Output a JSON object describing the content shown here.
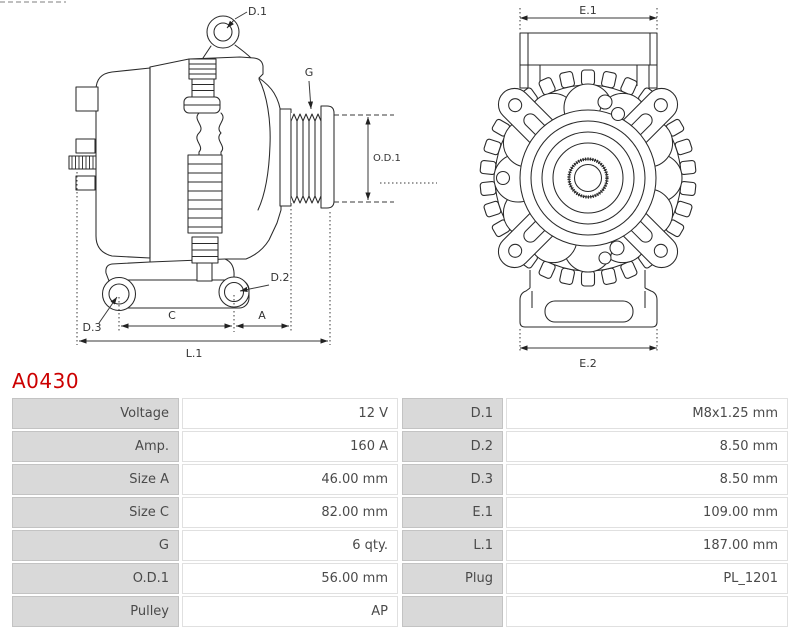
{
  "part_number": "A0430",
  "accent_color": "#cc0000",
  "drawing_line_color": "#2a2a2a",
  "diagram": {
    "side_view_labels": {
      "d1": "D.1",
      "d2": "D.2",
      "d3": "D.3",
      "g": "G",
      "od1": "O.D.1",
      "c": "C",
      "a": "A",
      "l1": "L.1"
    },
    "front_view_labels": {
      "e1": "E.1",
      "e2": "E.2"
    }
  },
  "specs_left": [
    {
      "label": "Voltage",
      "value": "12 V"
    },
    {
      "label": "Amp.",
      "value": "160 A"
    },
    {
      "label": "Size A",
      "value": "46.00 mm"
    },
    {
      "label": "Size C",
      "value": "82.00 mm"
    },
    {
      "label": "G",
      "value": "6 qty."
    },
    {
      "label": "O.D.1",
      "value": "56.00 mm"
    },
    {
      "label": "Pulley",
      "value": "AP"
    }
  ],
  "specs_right": [
    {
      "label": "D.1",
      "value": "M8x1.25 mm"
    },
    {
      "label": "D.2",
      "value": "8.50 mm"
    },
    {
      "label": "D.3",
      "value": "8.50 mm"
    },
    {
      "label": "E.1",
      "value": "109.00 mm"
    },
    {
      "label": "L.1",
      "value": "187.00 mm"
    },
    {
      "label": "Plug",
      "value": "PL_1201"
    },
    {
      "label": "",
      "value": ""
    }
  ]
}
